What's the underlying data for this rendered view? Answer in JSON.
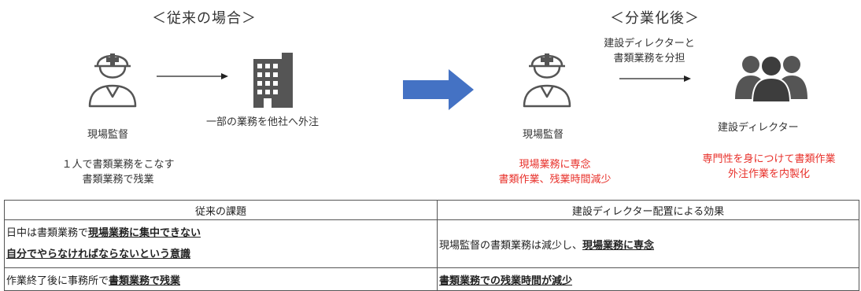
{
  "left": {
    "heading": "＜従来の場合＞",
    "worker_label": "現場監督",
    "outsource_label": "一部の業務を他社へ外注",
    "desc_lines": [
      "１人で書類業務をこなす",
      "書類業務で残業"
    ]
  },
  "right": {
    "heading": "＜分業化後＞",
    "share_lines": [
      "建設ディレクターと",
      "書類業務を分担"
    ],
    "worker_label": "現場監督",
    "director_label": "建設ディレクター",
    "worker_desc": [
      "現場業務に専念",
      "書類作業、残業時間減少"
    ],
    "director_desc": [
      "専門性を身につけて書類作業",
      "外注作業を内製化"
    ]
  },
  "table": {
    "headers": [
      "従来の課題",
      "建設ディレクター配置による効果"
    ],
    "row1": {
      "left_a_plain": "日中は書類業務で",
      "left_a_bold": "現場業務に集中できない",
      "left_b_bold": "自分でやらなければならないという意識",
      "right_plain": "現場監督の書類業務は減少し、",
      "right_bold": "現場業務に専念"
    },
    "row2": {
      "left_plain": "作業終了後に事務所で",
      "left_bold": "書類業務で残業",
      "right_bold": "書類業務での残業時間が減少"
    }
  },
  "colors": {
    "accent_arrow": "#4472c4",
    "highlight_text": "#e8302a",
    "icon_gray": "#555555"
  },
  "icons": [
    "worker-helmet-icon",
    "office-building-icon",
    "group-people-icon"
  ]
}
